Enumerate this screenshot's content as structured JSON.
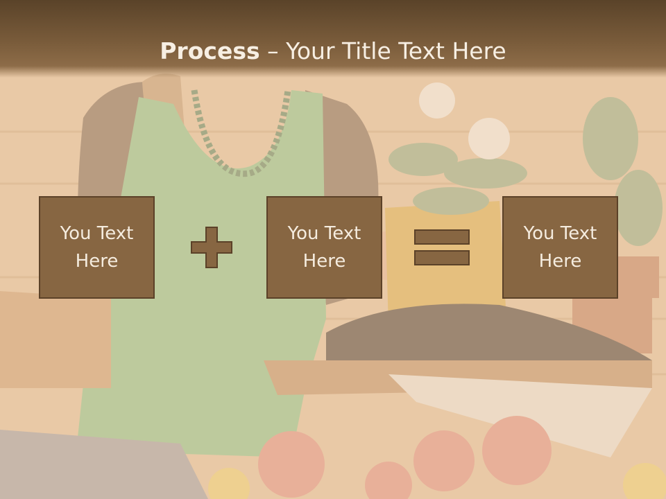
{
  "slide": {
    "title_bold": "Process",
    "title_rest": " – Your Title Text Here"
  },
  "boxes": [
    {
      "text": "You Text\nHere"
    },
    {
      "text": "You Text\nHere"
    },
    {
      "text": "You Text\nHere"
    }
  ],
  "operators": [
    "plus-icon",
    "equals-icon"
  ],
  "colors": {
    "title_bar": "#6e5233",
    "box_fill": "#876642",
    "box_border": "#5b4128",
    "text_light": "#f5ecdf"
  }
}
